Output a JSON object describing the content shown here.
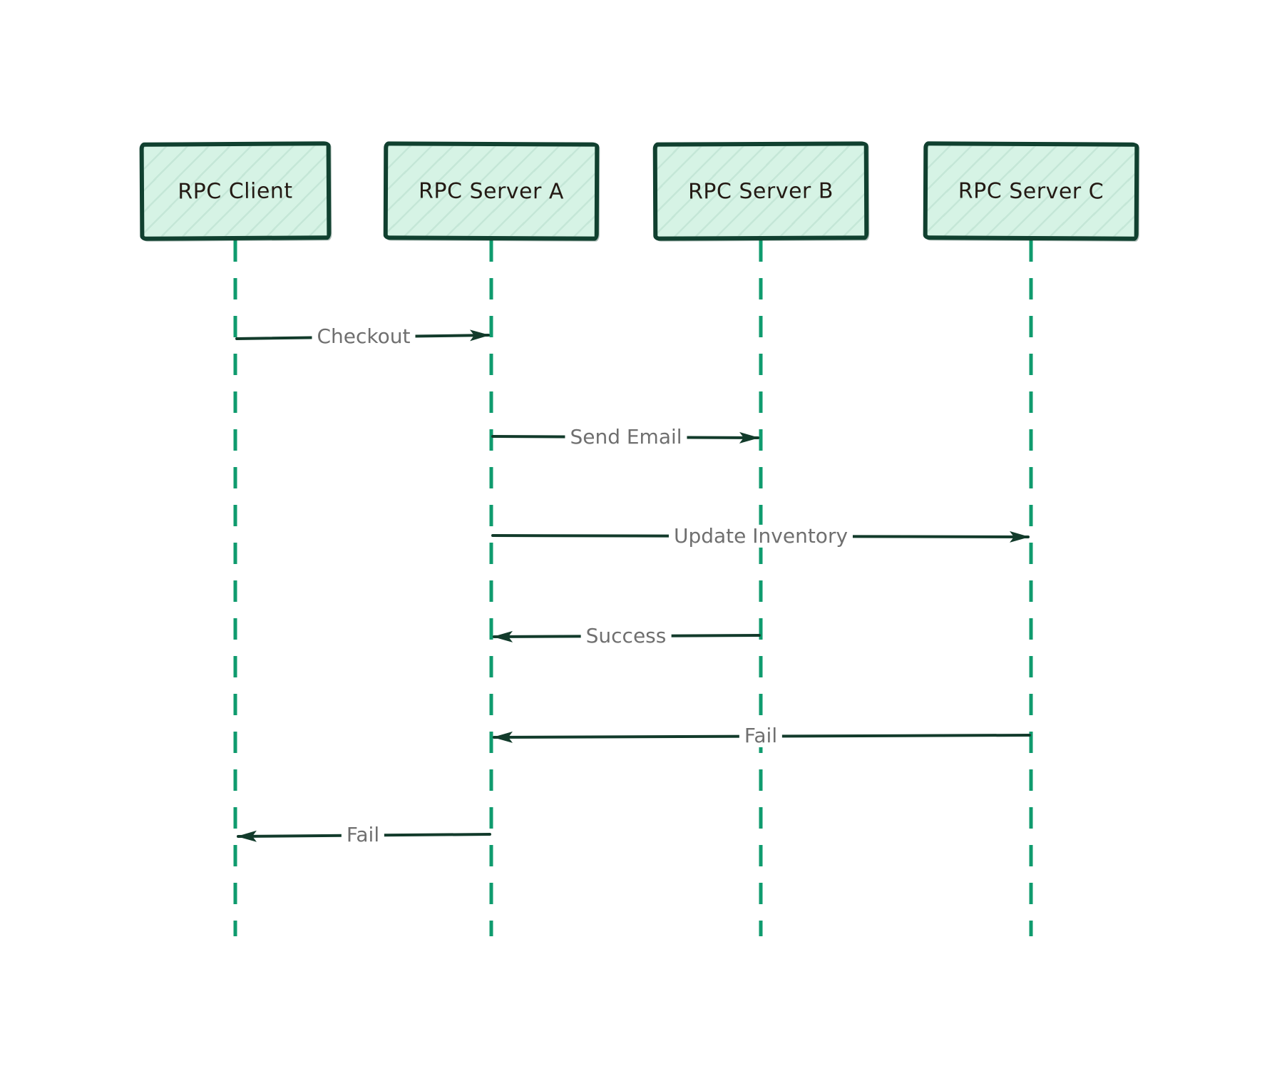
{
  "diagram": {
    "type": "sequence",
    "actors": [
      {
        "id": "rpc-client",
        "label": "RPC Client"
      },
      {
        "id": "rpc-server-a",
        "label": "RPC Server A"
      },
      {
        "id": "rpc-server-b",
        "label": "RPC Server B"
      },
      {
        "id": "rpc-server-c",
        "label": "RPC Server C"
      }
    ],
    "messages": [
      {
        "label": "Checkout",
        "from": "RPC Client",
        "to": "RPC Server A",
        "direction": "right"
      },
      {
        "label": "Send Email",
        "from": "RPC Server A",
        "to": "RPC Server B",
        "direction": "right"
      },
      {
        "label": "Update Inventory",
        "from": "RPC Server A",
        "to": "RPC Server C",
        "direction": "right"
      },
      {
        "label": "Success",
        "from": "RPC Server B",
        "to": "RPC Server A",
        "direction": "left"
      },
      {
        "label": "Fail",
        "from": "RPC Server C",
        "to": "RPC Server A",
        "direction": "left"
      },
      {
        "label": "Fail",
        "from": "RPC Server A",
        "to": "RPC Client",
        "direction": "left"
      }
    ],
    "colors": {
      "background": "#ffffff",
      "actor_fill": "#d6f3e5",
      "actor_border": "#10402f",
      "actor_text": "#241a14",
      "lifeline": "#0f9b6e",
      "arrow": "#123b2b",
      "label_text": "#6f6f6f"
    }
  }
}
